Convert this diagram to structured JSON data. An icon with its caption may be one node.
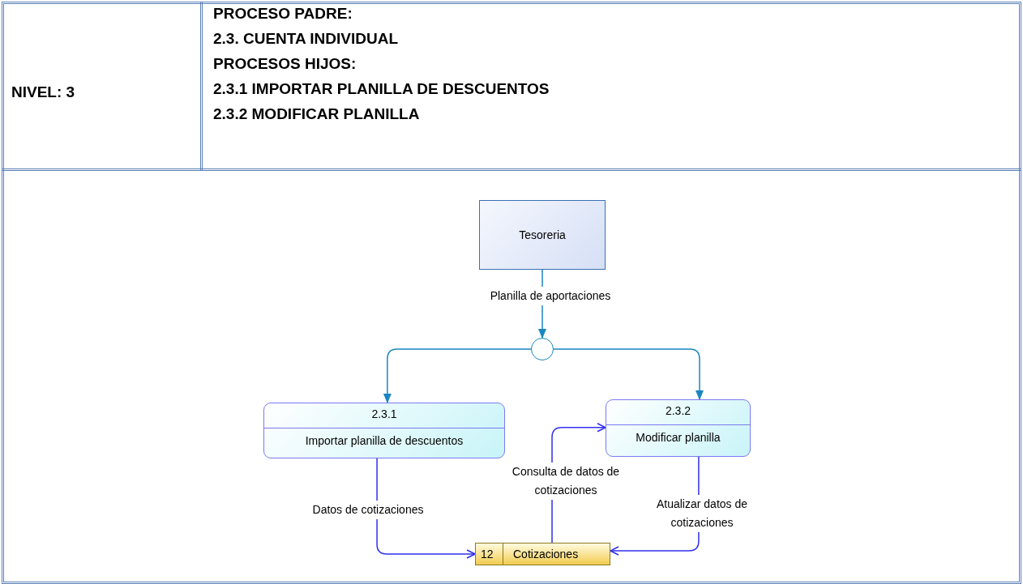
{
  "diagram": {
    "nodes": [
      {
        "text": [
          "Tesoreria"
        ]
      },
      {
        "text": [],
        "shape": "circle"
      },
      {
        "text": [
          "2.3.1",
          "Importar planilla de descuentos"
        ]
      },
      {
        "text": [
          "2.3.2",
          "Modificar planilla"
        ]
      },
      {
        "text": [
          "12",
          "Cotizaciones"
        ]
      }
    ],
    "edges": [
      {
        "from": 0,
        "to": 1,
        "arrow": "to",
        "label": "Planilla de aportaciones",
        "color": "#1a86c0"
      },
      {
        "from": 1,
        "to": 2,
        "arrow": "to",
        "color": "#1a86c0"
      },
      {
        "from": 1,
        "to": 3,
        "arrow": "to",
        "color": "#1a86c0"
      },
      {
        "from": 2,
        "to": 4,
        "arrow": "to",
        "label": "Datos de cotizaciones",
        "color": "#3030f0"
      },
      {
        "from": 4,
        "to": 3,
        "arrow": "to",
        "label": "Consulta de datos de cotizaciones",
        "color": "#3030f0"
      },
      {
        "from": 3,
        "to": 4,
        "arrow": "to",
        "label": "Atualizar datos de cotizaciones",
        "color": "#3030f0"
      }
    ],
    "labels": [
      "NIVEL: 3",
      "PROCESO PADRE:",
      "2.3. CUENTA INDIVIDUAL",
      "PROCESOS HIJOS:",
      "2.3.1 IMPORTAR PLANILLA DE DESCUENTOS",
      "2.3.2 MODIFICAR PLANILLA"
    ]
  }
}
